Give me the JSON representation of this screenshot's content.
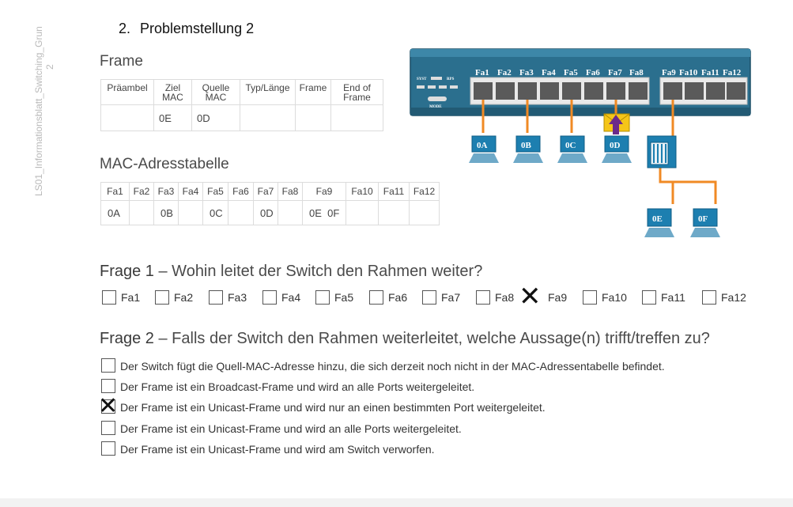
{
  "side_label": {
    "line1": "LS01_Informationsblatt_Switching_Grun",
    "line2": "2"
  },
  "heading": {
    "number": "2.",
    "title": "Problemstellung 2"
  },
  "frame_section": {
    "title": "Frame",
    "headers": [
      "Präambel",
      "Ziel\nMAC",
      "Quelle\nMAC",
      "Typ/Länge",
      "Frame",
      "End of\nFrame"
    ],
    "values": [
      "",
      "0E",
      "0D",
      "",
      "",
      ""
    ]
  },
  "mac_section": {
    "title": "MAC-Adresstabelle",
    "headers": [
      "Fa1",
      "Fa2",
      "Fa3",
      "Fa4",
      "Fa5",
      "Fa6",
      "Fa7",
      "Fa8",
      "Fa9",
      "Fa10",
      "Fa11",
      "Fa12"
    ],
    "values": [
      "0A",
      "",
      "0B",
      "",
      "0C",
      "",
      "0D",
      "",
      "0E  0F",
      "",
      "",
      ""
    ]
  },
  "question1": {
    "label": "Frage 1",
    "text": " – Wohin leitet der Switch den Rahmen weiter?",
    "options": [
      {
        "label": "Fa1",
        "checked": false
      },
      {
        "label": "Fa2",
        "checked": false
      },
      {
        "label": "Fa3",
        "checked": false
      },
      {
        "label": "Fa4",
        "checked": false
      },
      {
        "label": "Fa5",
        "checked": false
      },
      {
        "label": "Fa6",
        "checked": false
      },
      {
        "label": "Fa7",
        "checked": false
      },
      {
        "label": "Fa8",
        "checked": false
      },
      {
        "label": "Fa9",
        "checked": true
      },
      {
        "label": "Fa10",
        "checked": false
      },
      {
        "label": "Fa11",
        "checked": false
      },
      {
        "label": "Fa12",
        "checked": false
      }
    ]
  },
  "question2": {
    "label": "Frage 2",
    "text": " – Falls der Switch den Rahmen weiterleitet, welche Aussage(n) trifft/treffen zu?",
    "options": [
      {
        "label": "Der Switch fügt die Quell-MAC-Adresse hinzu, die sich derzeit noch nicht in der MAC-Adressentabelle befindet.",
        "checked": false
      },
      {
        "label": "Der Frame ist ein Broadcast-Frame und wird an alle Ports weitergeleitet.",
        "checked": false
      },
      {
        "label": "Der Frame ist ein Unicast-Frame und wird nur an einen bestimmten Port weitergeleitet.",
        "checked": true
      },
      {
        "label": "Der Frame ist ein Unicast-Frame und wird an alle Ports weitergeleitet.",
        "checked": false
      },
      {
        "label": "Der Frame ist ein Unicast-Frame und wird am Switch verworfen.",
        "checked": false
      }
    ]
  },
  "diagram": {
    "ports": [
      "Fa1",
      "Fa2",
      "Fa3",
      "Fa4",
      "Fa5",
      "Fa6",
      "Fa7",
      "Fa8",
      "Fa9",
      "Fa10",
      "Fa11",
      "Fa12"
    ],
    "panel_labels": [
      "SYST",
      "RPS",
      "MODE"
    ],
    "pcs": [
      "0A",
      "0B",
      "0C",
      "0D",
      "0E",
      "0F"
    ],
    "colors": {
      "switch": "#2b6f8e",
      "cable": "#f08a24",
      "pc": "#1d7fb0",
      "envelope": "#f5c518",
      "arrow": "#6b2a8a"
    },
    "icons": [
      "switch-icon",
      "hub-icon",
      "pc-icon",
      "envelope-icon",
      "arrow-up-icon"
    ]
  }
}
